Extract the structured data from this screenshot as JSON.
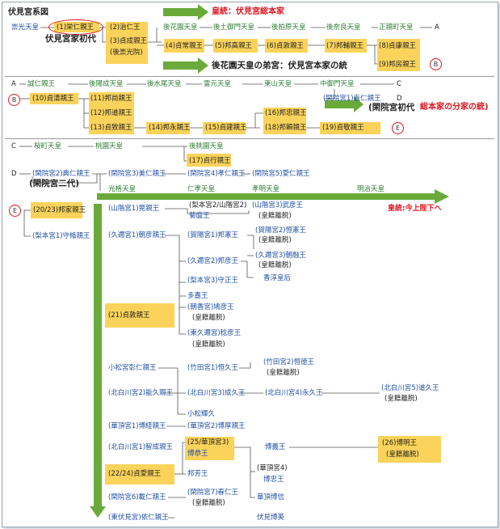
{
  "title": "伏見宮系図",
  "row1": {
    "sukou": "崇光天皇",
    "yoshihito": "(1)栄仁親王",
    "shoke": "伏見宮家初代",
    "harufusa": "(2)治仁王",
    "sadafusa": "(3)貞成親王",
    "gosuko": "(後崇光院)",
    "gohanazono": "後花園天皇",
    "gotsuchimikado": "後土御門天皇",
    "gokashiwabara": "後柏原天皇",
    "gonara": "後奈良天皇",
    "ogimachi": "正親町天皇",
    "mark_a": "A",
    "sadatsune": "(4)貞常親王",
    "kunitaka": "(5)邦高親王",
    "sadaatsu": "(6)貞敦親王",
    "kunisuke": "(7)邦輔親王",
    "sadayasu": "(8)貞康親王",
    "kunifusa": "(9)邦房親王",
    "badge_b": "B",
    "legend_main": "皇統：伏見宮総本家",
    "legend_brother": "後花園天皇の弟宮：伏見宮本家の統"
  },
  "row2": {
    "mark_a": "A",
    "ohito": "誠仁親王",
    "goyozei": "後陽成天皇",
    "gomizunoo": "後水尾天皇",
    "reigen": "霊元天皇",
    "higashiyama": "東山天皇",
    "nakamikado": "中御門天皇",
    "mark_c": "C",
    "naohito": "(閑院宮1)直仁親王",
    "mark_d": "D",
    "badge_b": "B",
    "sadakiyo": "(10)貞清親王",
    "kuninaga": "(11)邦尚親王",
    "kunimichi": "(12)邦道親王",
    "sadayuki": "(13)貞致親王",
    "kuninaga2": "(14)邦永親王",
    "sadatake": "(15)貞建親王",
    "kunitada": "(16)邦忠親王",
    "kuniyori": "(18)邦頼親王",
    "sadayoshi": "(19)貞敬親王",
    "badge_e": "E",
    "legend_kanin": "(閑院宮初代",
    "legend_branch": "総本家の分家の統)"
  },
  "row3": {
    "mark_c": "C",
    "sakuramachi": "桜町天皇",
    "momozono": "桃園天皇",
    "gomomozono": "後桃園天皇",
    "sadamochi": "(17)貞行親王",
    "mark_d": "D",
    "sukehito_k2": "(閑院宮2)典仁親王",
    "kanin2": "(閑院宮二代)",
    "haruhito": "(閑院宮3)美仁親王",
    "takahito": "(閑院宮4)孝仁親王",
    "naruhito": "(閑院宮5)愛仁親王",
    "kokaku": "光格天皇",
    "ninko": "仁孝天皇",
    "komei": "孝明天皇",
    "meiji": "明治天皇"
  },
  "tree": {
    "badge_e": "E",
    "kuniie": "(20/23)邦家親王",
    "moriosa": "(梨本宮1)守脩親王",
    "legend_current": "皇統:今上陛下へ",
    "akira": "(山階宮1)晃親王",
    "kikumaro_parent": "(梨本宮2/山階宮2)",
    "kikumaro": "菊麿王",
    "takehiko": "(山階宮3)武彦王",
    "kouseki1": "(皇籍離脱)",
    "asahiko": "(久邇宮1)朝彦親王",
    "kuninori": "(賀陽宮1)邦憲王",
    "tsunenori": "(賀陽宮2)恒憲王",
    "kouseki2": "(皇籍離脱)",
    "kunihiko": "(久邇宮2)邦彦王",
    "asaakira": "(久邇宮3)朝融王",
    "kouseki3": "(皇籍離脱)",
    "kojun": "香淳皇后",
    "morimasa": "(梨本宮3)守正王",
    "taka": "多嘉王",
    "sadanaru": "(21)貞敦親王",
    "yasuhiko": "(朝香宮)鳩彦王",
    "kouseki4": "(皇籍離脱)",
    "naruhiko": "(東久邇宮)稔彦王",
    "kouseki5": "(皇籍離脱)",
    "akihito_k": "小松宮彰仁親王",
    "tsunehisa": "(竹田宮1)恒久王",
    "tsuneyoshi": "(竹田宮2)恒徳王",
    "kouseki6": "(皇籍離脱)",
    "yoshihisa": "(北白川宮2)能久親王",
    "naruhisa": "(北白川宮3)成久王",
    "nagahisa": "(北白川宮4)永久王",
    "michihisa": "(北白川宮5)道久王",
    "kouseki7": "(皇籍離脱)",
    "terukisa": "小松輝久",
    "hirotsune": "(華頂宮1)博経親王",
    "hiroatsu": "(華頂宮2)博厚親王",
    "satonari": "(北白川宮1)智成親王",
    "hiroyasu_parent": "(25/華頂宮3)",
    "hiroyasu": "博恭王",
    "hiroyoshi": "博義王",
    "sadanaru22": "(22/24)貞愛親王",
    "kunitaka_h": "邦芳王",
    "hiroaki_kacho": "(華頂宮4)",
    "hirotada": "博忠王",
    "kacho_hironobu": "華頂博信",
    "hiroaki": "(26)博明王",
    "kouseki8": "(皇籍離脱)",
    "kotohito": "(閑院宮6)載仁親王",
    "haruhito7": "(閑院宮7)春仁王",
    "kouseki9": "(皇籍離脱)",
    "higashifushimi": "(東伏見宮)依仁親王",
    "fushimi_hirohide": "伏見博英"
  },
  "colors": {
    "highlight": "#fbd35a",
    "arrow": "#6aaa3a",
    "line": "#555555",
    "ring": "#e0141e",
    "blue_text": "#1f4ea3",
    "green_text": "#2e7d32"
  }
}
